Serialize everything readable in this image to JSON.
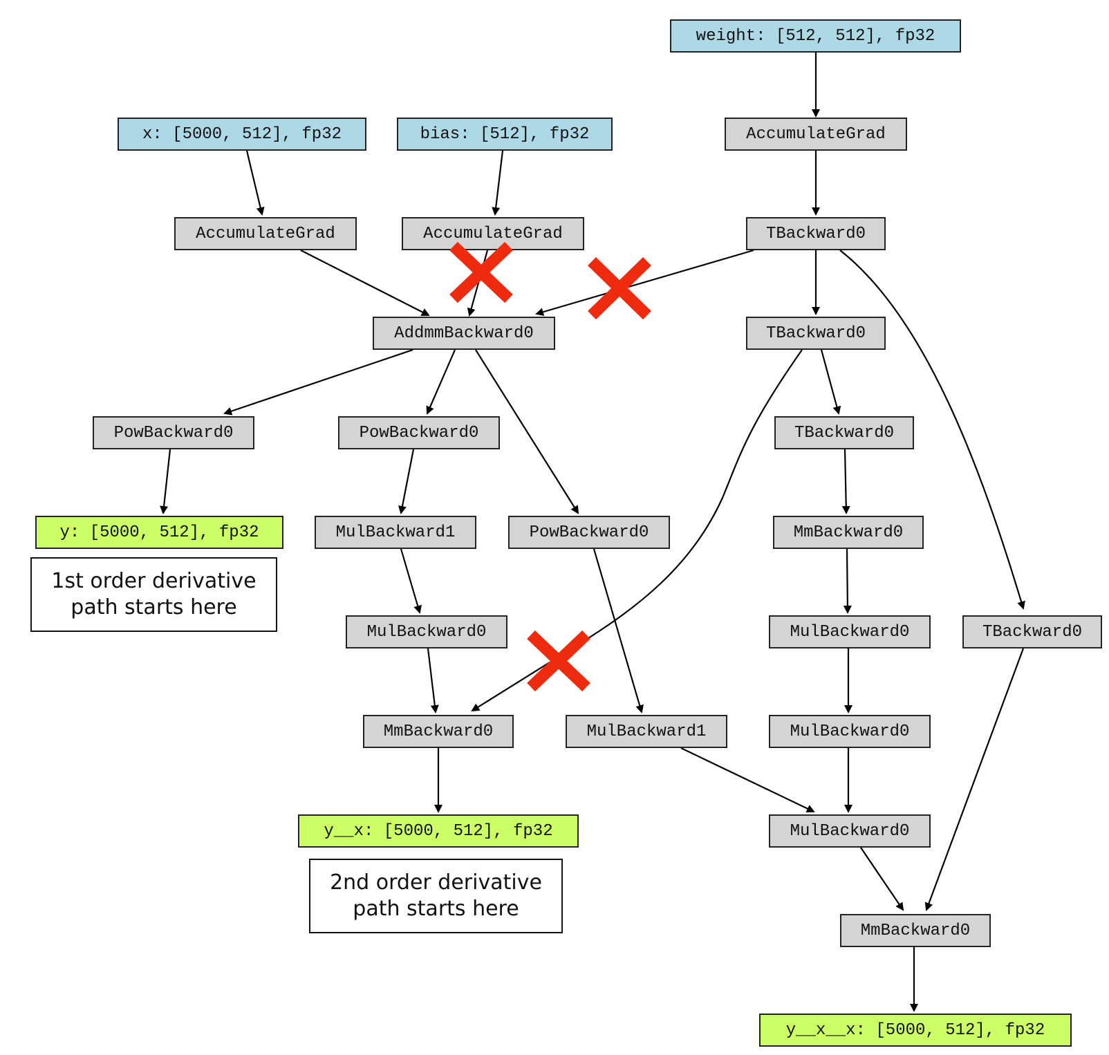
{
  "nodes": {
    "weight_input": "weight: [512, 512], fp32",
    "x_input": "x: [5000, 512], fp32",
    "bias_input": "bias: [512], fp32",
    "accum_weight": "AccumulateGrad",
    "accum_x": "AccumulateGrad",
    "accum_bias": "AccumulateGrad",
    "t_backward_1": "TBackward0",
    "addmm_backward": "AddmmBackward0",
    "t_backward_2": "TBackward0",
    "pow_backward_1": "PowBackward0",
    "pow_backward_2": "PowBackward0",
    "t_backward_3": "TBackward0",
    "y_output": "y: [5000, 512], fp32",
    "mul_backward1_a": "MulBackward1",
    "pow_backward_3": "PowBackward0",
    "mm_backward_1": "MmBackward0",
    "mul_backward0_a": "MulBackward0",
    "mul_backward0_b": "MulBackward0",
    "t_backward_4": "TBackward0",
    "mm_backward_2": "MmBackward0",
    "mul_backward1_b": "MulBackward1",
    "mul_backward0_c": "MulBackward0",
    "y_x_output": "y__x: [5000, 512], fp32",
    "mul_backward0_d": "MulBackward0",
    "mm_backward_3": "MmBackward0",
    "y_x_x_output": "y__x__x: [5000, 512], fp32"
  },
  "notes": {
    "first_order": "1st order derivative\npath starts here",
    "second_order": "2nd order derivative\npath starts here"
  },
  "colors": {
    "input_fill": "#add8e6",
    "op_fill": "#d4d4d4",
    "output_fill": "#ccff66",
    "cross_mark": "#ee2a0f"
  }
}
